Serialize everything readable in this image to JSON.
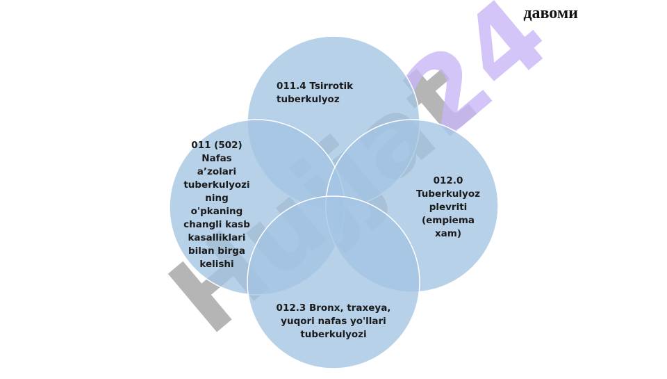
{
  "header": {
    "title": "давоми"
  },
  "diagram": {
    "circles": [
      {
        "id": "top",
        "text": "011.4   Tsirrotik\ntuberkulyoz"
      },
      {
        "id": "left",
        "text": "011 (502)\nNafas\na’zolari\ntuberkulyozi\nning\no'pkaning\nchangli kasb\nkasalliklari\nbilan birga\nkelishi"
      },
      {
        "id": "right",
        "text": "012.0\nTuberkulyoz\nplevriti\n(empiema\nxam)"
      },
      {
        "id": "bottom",
        "text": "012.3   Bronx, traxeya,\nyuqori nafas        yo'llari\ntuberkulyozi"
      }
    ],
    "fill_color": "#a3c4e3",
    "stroke_color": "#ffffff"
  },
  "watermark": {
    "text_gray": "Hujjat",
    "text_purple": "24",
    "gray_color": "#a8a8a8",
    "purple_color": "#c8b6f5"
  }
}
